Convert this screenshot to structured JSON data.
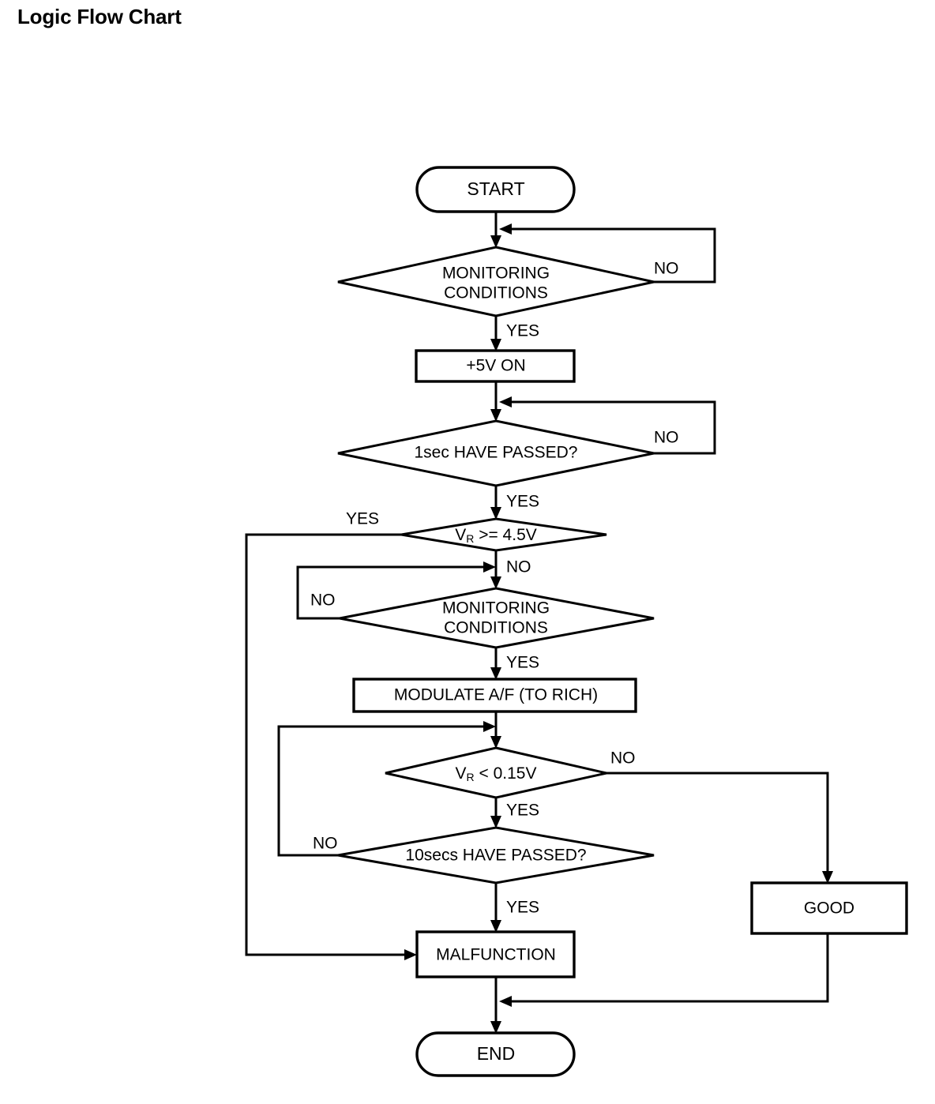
{
  "title": "Logic Flow Chart",
  "chart_data": {
    "type": "diagram",
    "diagram_kind": "flowchart",
    "title": "Logic Flow Chart",
    "orientation": "top-to-bottom",
    "nodes": [
      {
        "id": "start",
        "shape": "terminal",
        "label": "START"
      },
      {
        "id": "mon1",
        "shape": "decision",
        "label": "MONITORING\nCONDITIONS",
        "line1": "MONITORING",
        "line2": "CONDITIONS"
      },
      {
        "id": "v5on",
        "shape": "process",
        "label": "+5V ON"
      },
      {
        "id": "sec1",
        "shape": "decision",
        "label": "1sec HAVE PASSED?"
      },
      {
        "id": "vr45",
        "shape": "decision",
        "label": "VR >= 4.5V",
        "prefix": "V",
        "subscript": "R",
        "suffix": " >= 4.5V"
      },
      {
        "id": "mon2",
        "shape": "decision",
        "label": "MONITORING\nCONDITIONS",
        "line1": "MONITORING",
        "line2": "CONDITIONS"
      },
      {
        "id": "modulate",
        "shape": "process",
        "label": "MODULATE A/F (TO RICH)"
      },
      {
        "id": "vr015",
        "shape": "decision",
        "label": "VR < 0.15V",
        "prefix": "V",
        "subscript": "R",
        "suffix": " < 0.15V"
      },
      {
        "id": "sec10",
        "shape": "decision",
        "label": "10secs HAVE PASSED?"
      },
      {
        "id": "malfunction",
        "shape": "process",
        "label": "MALFUNCTION"
      },
      {
        "id": "good",
        "shape": "process",
        "label": "GOOD"
      },
      {
        "id": "end",
        "shape": "terminal",
        "label": "END"
      }
    ],
    "edges": [
      {
        "from": "start",
        "to": "mon1",
        "label": ""
      },
      {
        "from": "mon1",
        "to": "mon1",
        "label": "NO"
      },
      {
        "from": "mon1",
        "to": "v5on",
        "label": "YES"
      },
      {
        "from": "v5on",
        "to": "sec1",
        "label": ""
      },
      {
        "from": "sec1",
        "to": "sec1",
        "label": "NO"
      },
      {
        "from": "sec1",
        "to": "vr45",
        "label": "YES"
      },
      {
        "from": "vr45",
        "to": "malfunction",
        "label": "YES"
      },
      {
        "from": "vr45",
        "to": "mon2",
        "label": "NO"
      },
      {
        "from": "mon2",
        "to": "mon2",
        "label": "NO"
      },
      {
        "from": "mon2",
        "to": "modulate",
        "label": "YES"
      },
      {
        "from": "modulate",
        "to": "vr015",
        "label": ""
      },
      {
        "from": "vr015",
        "to": "good",
        "label": "NO"
      },
      {
        "from": "vr015",
        "to": "sec10",
        "label": "YES"
      },
      {
        "from": "sec10",
        "to": "vr015",
        "label": "NO"
      },
      {
        "from": "sec10",
        "to": "malfunction",
        "label": "YES"
      },
      {
        "from": "malfunction",
        "to": "end",
        "label": ""
      },
      {
        "from": "good",
        "to": "end",
        "label": ""
      }
    ],
    "branch_labels": [
      "NO",
      "YES",
      "NO",
      "YES",
      "YES",
      "NO",
      "NO",
      "YES",
      "NO",
      "YES",
      "NO",
      "YES"
    ],
    "colors": {
      "stroke": "#000000",
      "fill": "#ffffff",
      "text": "#000000"
    }
  },
  "nodes": {
    "start": "START",
    "mon1_line1": "MONITORING",
    "mon1_line2": "CONDITIONS",
    "v5on": "+5V ON",
    "sec1": "1sec HAVE PASSED?",
    "vr45_prefix": "V",
    "vr45_sub": "R",
    "vr45_suffix": " >= 4.5V",
    "mon2_line1": "MONITORING",
    "mon2_line2": "CONDITIONS",
    "modulate": "MODULATE A/F (TO RICH)",
    "vr015_prefix": "V",
    "vr015_sub": "R",
    "vr015_suffix": " < 0.15V",
    "sec10": "10secs HAVE PASSED?",
    "malfunction": "MALFUNCTION",
    "good": "GOOD",
    "end": "END"
  },
  "labels": {
    "mon1_no": "NO",
    "mon1_yes": "YES",
    "sec1_no": "NO",
    "sec1_yes": "YES",
    "vr45_yes": "YES",
    "vr45_no": "NO",
    "mon2_no": "NO",
    "mon2_yes": "YES",
    "vr015_no": "NO",
    "vr015_yes": "YES",
    "sec10_no": "NO",
    "sec10_yes": "YES"
  }
}
